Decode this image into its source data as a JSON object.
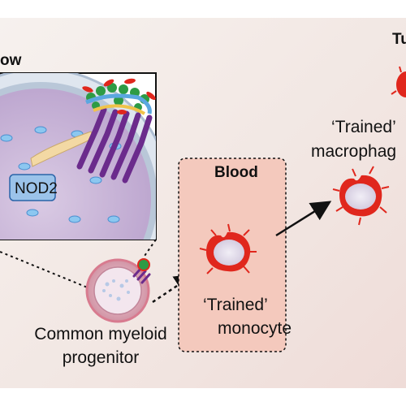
{
  "labels": {
    "bone_marrow_fragment": "ow",
    "tissue_fragment": "Tu",
    "nod2": "NOD2",
    "blood": "Blood",
    "trained_macrophage_line1": "‘Trained’",
    "trained_macrophage_line2": "macrophag",
    "trained_monocyte_line1": "‘Trained’",
    "trained_monocyte_line2": "monocyte",
    "progenitor_line1": "Common myeloid",
    "progenitor_line2": "progenitor"
  },
  "colors": {
    "background_light": "#f6f1ee",
    "background_warm": "#efdcd8",
    "blood_box": "#f4c9bd",
    "cell_red": "#e0271d",
    "cell_inner": "#e3dde8",
    "nucleus_purple": "#c8b5d6",
    "receptor_purple": "#6b2b8c",
    "nod2_box": "#4a8fd0"
  }
}
